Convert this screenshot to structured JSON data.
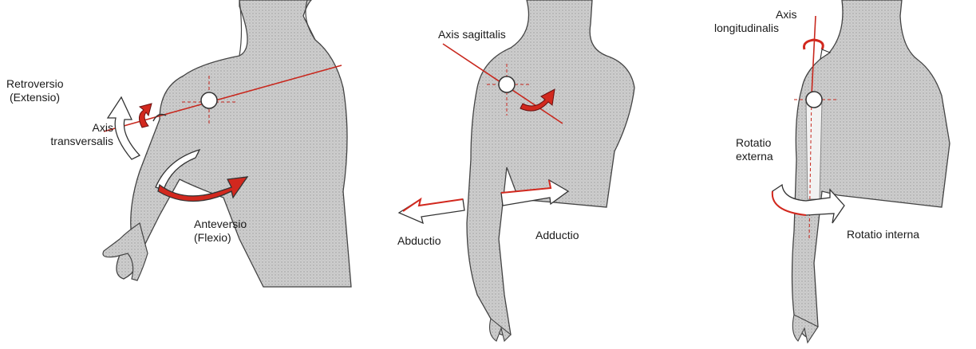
{
  "panels": [
    {
      "id": "flexion-extension",
      "labels": {
        "retroversio": [
          "Retroversio",
          "(Extensio)"
        ],
        "axis": [
          "Axis",
          "transversalis"
        ],
        "anteversio": [
          "Anteversio",
          "(Flexio)"
        ]
      }
    },
    {
      "id": "abduction-adduction",
      "labels": {
        "axis": [
          "Axis sagittalis"
        ],
        "abductio": [
          "Abductio"
        ],
        "adductio": [
          "Adductio"
        ]
      }
    },
    {
      "id": "rotation",
      "labels": {
        "axis": [
          "Axis",
          "longitudinalis"
        ],
        "rotatio_externa": [
          "Rotatio",
          "externa"
        ],
        "rotatio_interna": [
          "Rotatio interna"
        ]
      }
    }
  ],
  "colors": {
    "axis_line": "#c8281e",
    "arrow_red": "#d2281e",
    "arrow_outline": "#333333",
    "body_fill": "#c9c9c9",
    "body_shade": "#a9a9a9",
    "text": "#1a1a1a"
  }
}
